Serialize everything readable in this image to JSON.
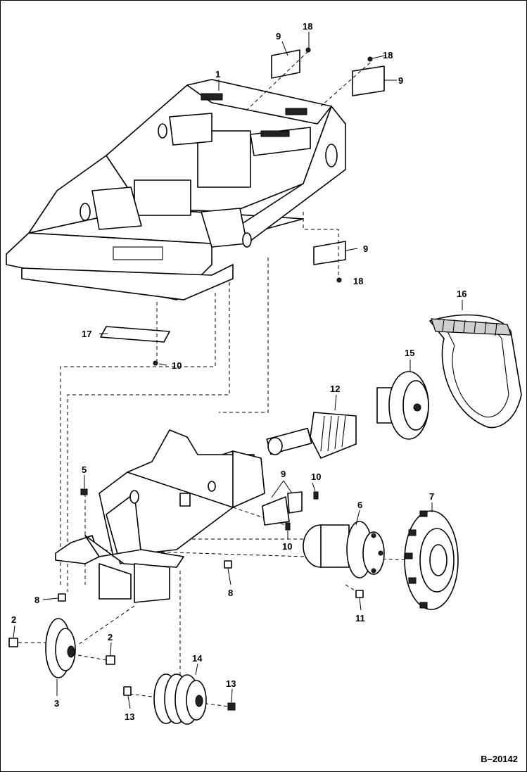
{
  "figure_number": "B–20142",
  "callouts": {
    "c1": "1",
    "c2a": "2",
    "c2b": "2",
    "c3": "3",
    "c5": "5",
    "c6": "6",
    "c7": "7",
    "c8a": "8",
    "c8b": "8",
    "c9a": "9",
    "c9b": "9",
    "c9c": "9",
    "c9d": "9",
    "c10a": "10",
    "c10b": "10",
    "c10c": "10",
    "c11": "11",
    "c12": "12",
    "c13a": "13",
    "c13b": "13",
    "c14": "14",
    "c15": "15",
    "c16": "16",
    "c17": "17",
    "c18a": "18",
    "c18b": "18",
    "c18c": "18"
  }
}
